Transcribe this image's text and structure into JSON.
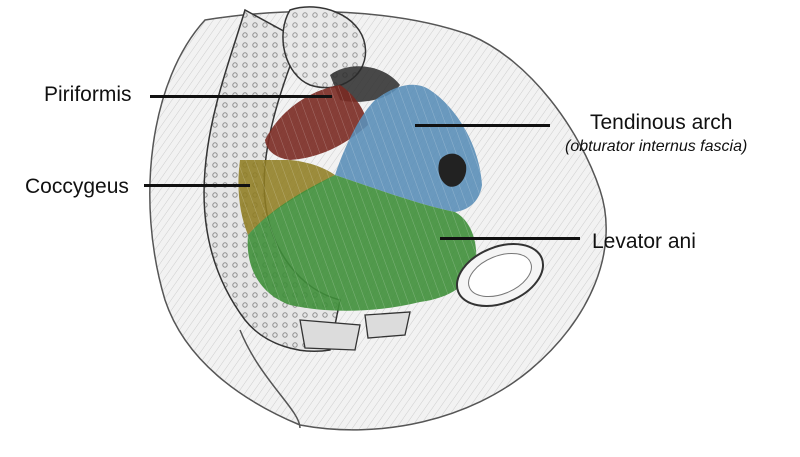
{
  "labels": {
    "piriformis": "Piriformis",
    "coccygeus": "Coccygeus",
    "tendinous_arch": "Tendinous arch",
    "tendinous_arch_note": "(obturator internus fascia)",
    "levator_ani": "Levator ani"
  },
  "colors": {
    "piriformis": "#7a2a22",
    "coccygeus": "#8f7d22",
    "tendinous_arch": "#5b8fb8",
    "levator_ani": "#3f8f3a",
    "leader": "#111111"
  }
}
